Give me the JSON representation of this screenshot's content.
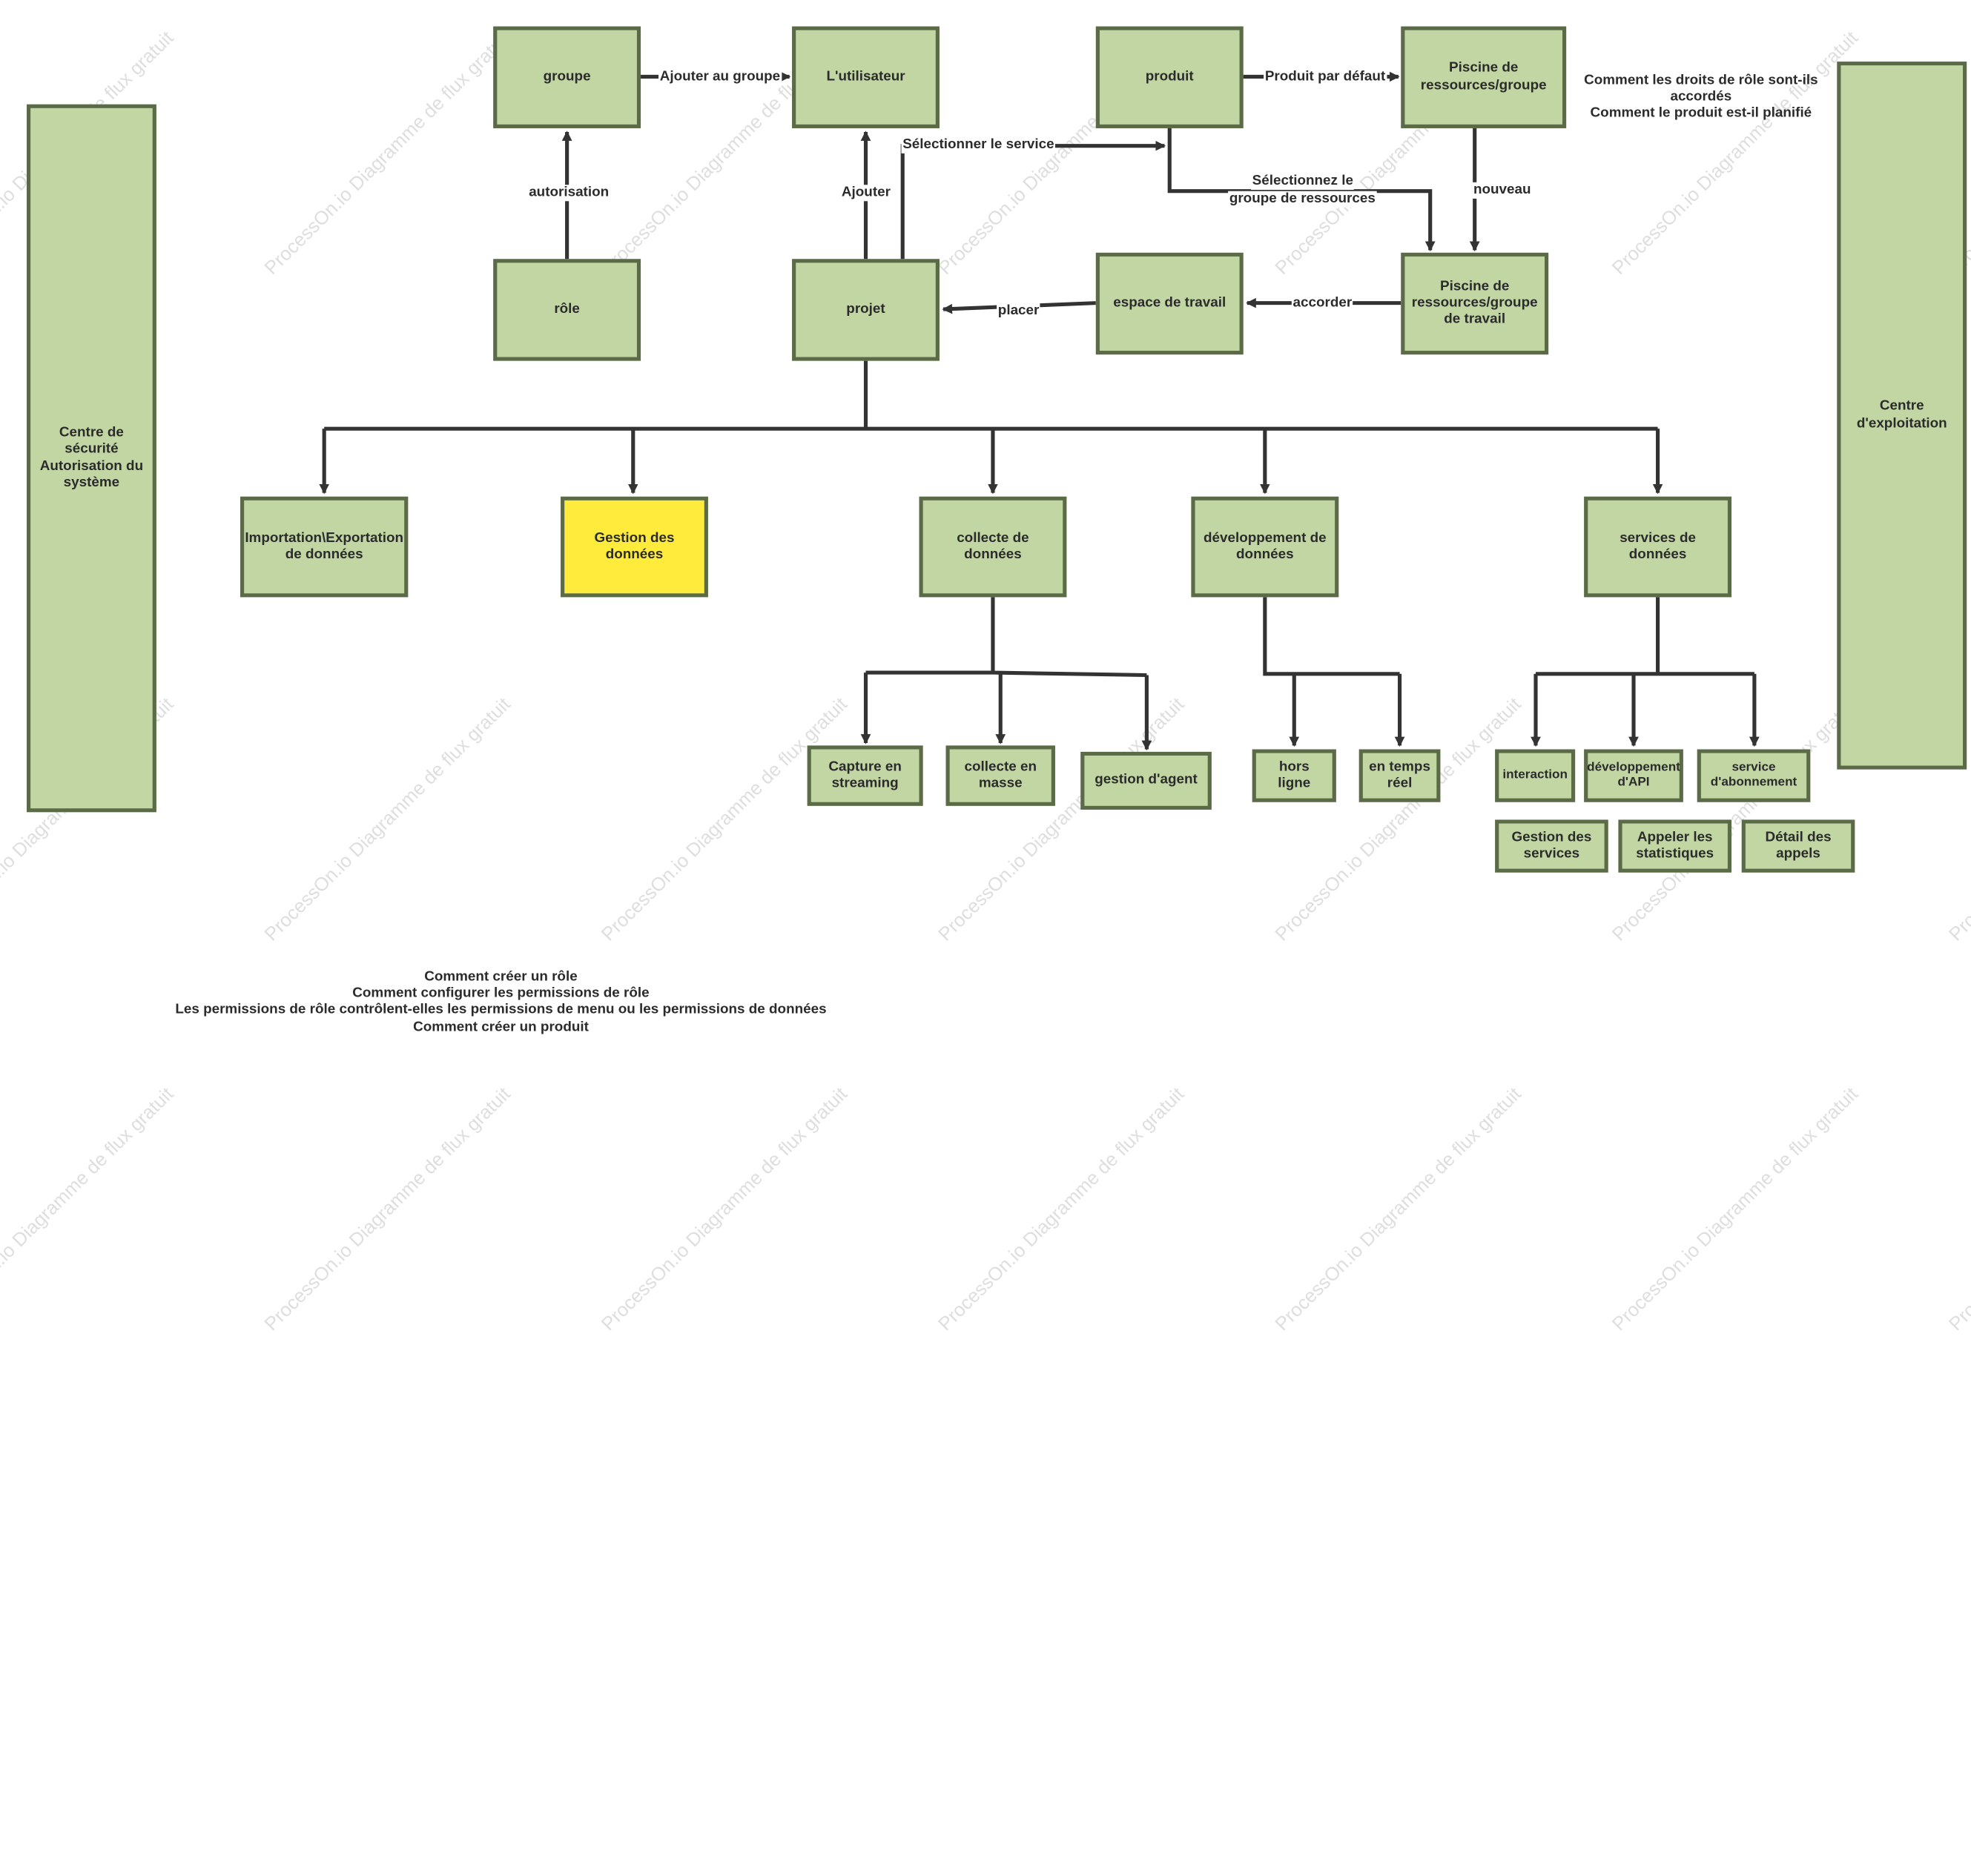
{
  "watermark_text": [
    "ProcessOn.io Diagramme de flux gratuit"
  ],
  "colors": {
    "node_fill": "#c2d6a4",
    "node_border": "#5b6b47",
    "highlight_fill": "#ffeb3b",
    "edge": "#333333"
  },
  "nodes": {
    "securite": "Centre de sécurité Autorisation du système",
    "exploitation": "Centre d'exploitation",
    "groupe": "groupe",
    "utilisateur": "L'utilisateur",
    "produit": "produit",
    "piscine_groupe": "Piscine de ressources/groupe",
    "role": "rôle",
    "projet": "projet",
    "espace": "espace de travail",
    "piscine_travail": "Piscine de ressources/groupe de travail",
    "import_export": "Importation\\Exportation de données",
    "gestion": "Gestion des données",
    "collecte": "collecte de données",
    "developpement": "développement de données",
    "services": "services de données",
    "streaming": "Capture en streaming",
    "masse": "collecte en masse",
    "agent": "gestion d'agent",
    "hors_ligne": "hors ligne",
    "temps_reel": "en temps réel",
    "interaction": "interaction",
    "api": "développement d'API",
    "abonnement": "service d'abonnement",
    "gestion_services": "Gestion des services",
    "statistiques": "Appeler les statistiques",
    "detail_appels": "Détail des appels"
  },
  "edge_labels": {
    "ajouter_groupe": "Ajouter au groupe",
    "produit_defaut": "Produit par défaut",
    "autorisation": "autorisation",
    "ajouter": "Ajouter",
    "selectionner_service": "Sélectionner le service",
    "selectionnez_groupe": [
      "Sélectionnez le",
      "groupe de ressources"
    ],
    "nouveau": "nouveau",
    "placer": "placer",
    "accorder": "accorder"
  },
  "notes": {
    "top_right": [
      "Comment les droits de rôle sont-ils",
      "accordés",
      "Comment le produit est-il planifié"
    ],
    "bottom": [
      "Comment créer un rôle",
      "Comment configurer les permissions de rôle",
      "Les permissions de rôle contrôlent-elles les permissions de menu ou les permissions de données",
      "Comment créer un produit"
    ]
  }
}
